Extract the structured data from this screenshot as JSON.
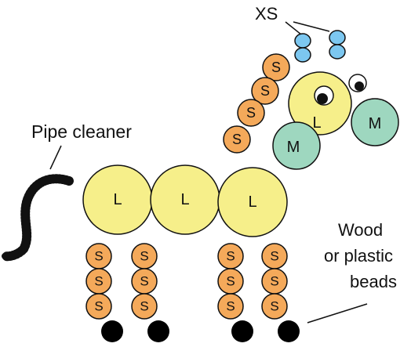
{
  "labels": {
    "pipe_cleaner": "Pipe cleaner",
    "xs": "XS",
    "wood_line1": "Wood",
    "wood_line2": "or plastic",
    "wood_line3": "beads"
  },
  "bead_letters": {
    "large": "L",
    "medium": "M",
    "small": "S"
  },
  "colors": {
    "large_bead": "#f6ef8a",
    "medium_bead": "#9ed7bf",
    "small_bead": "#f4a95a",
    "xs_bead": "#7cc7f0",
    "hoof_bead": "#000000",
    "pipe_cleaner": "#111111",
    "outline": "#111111"
  }
}
